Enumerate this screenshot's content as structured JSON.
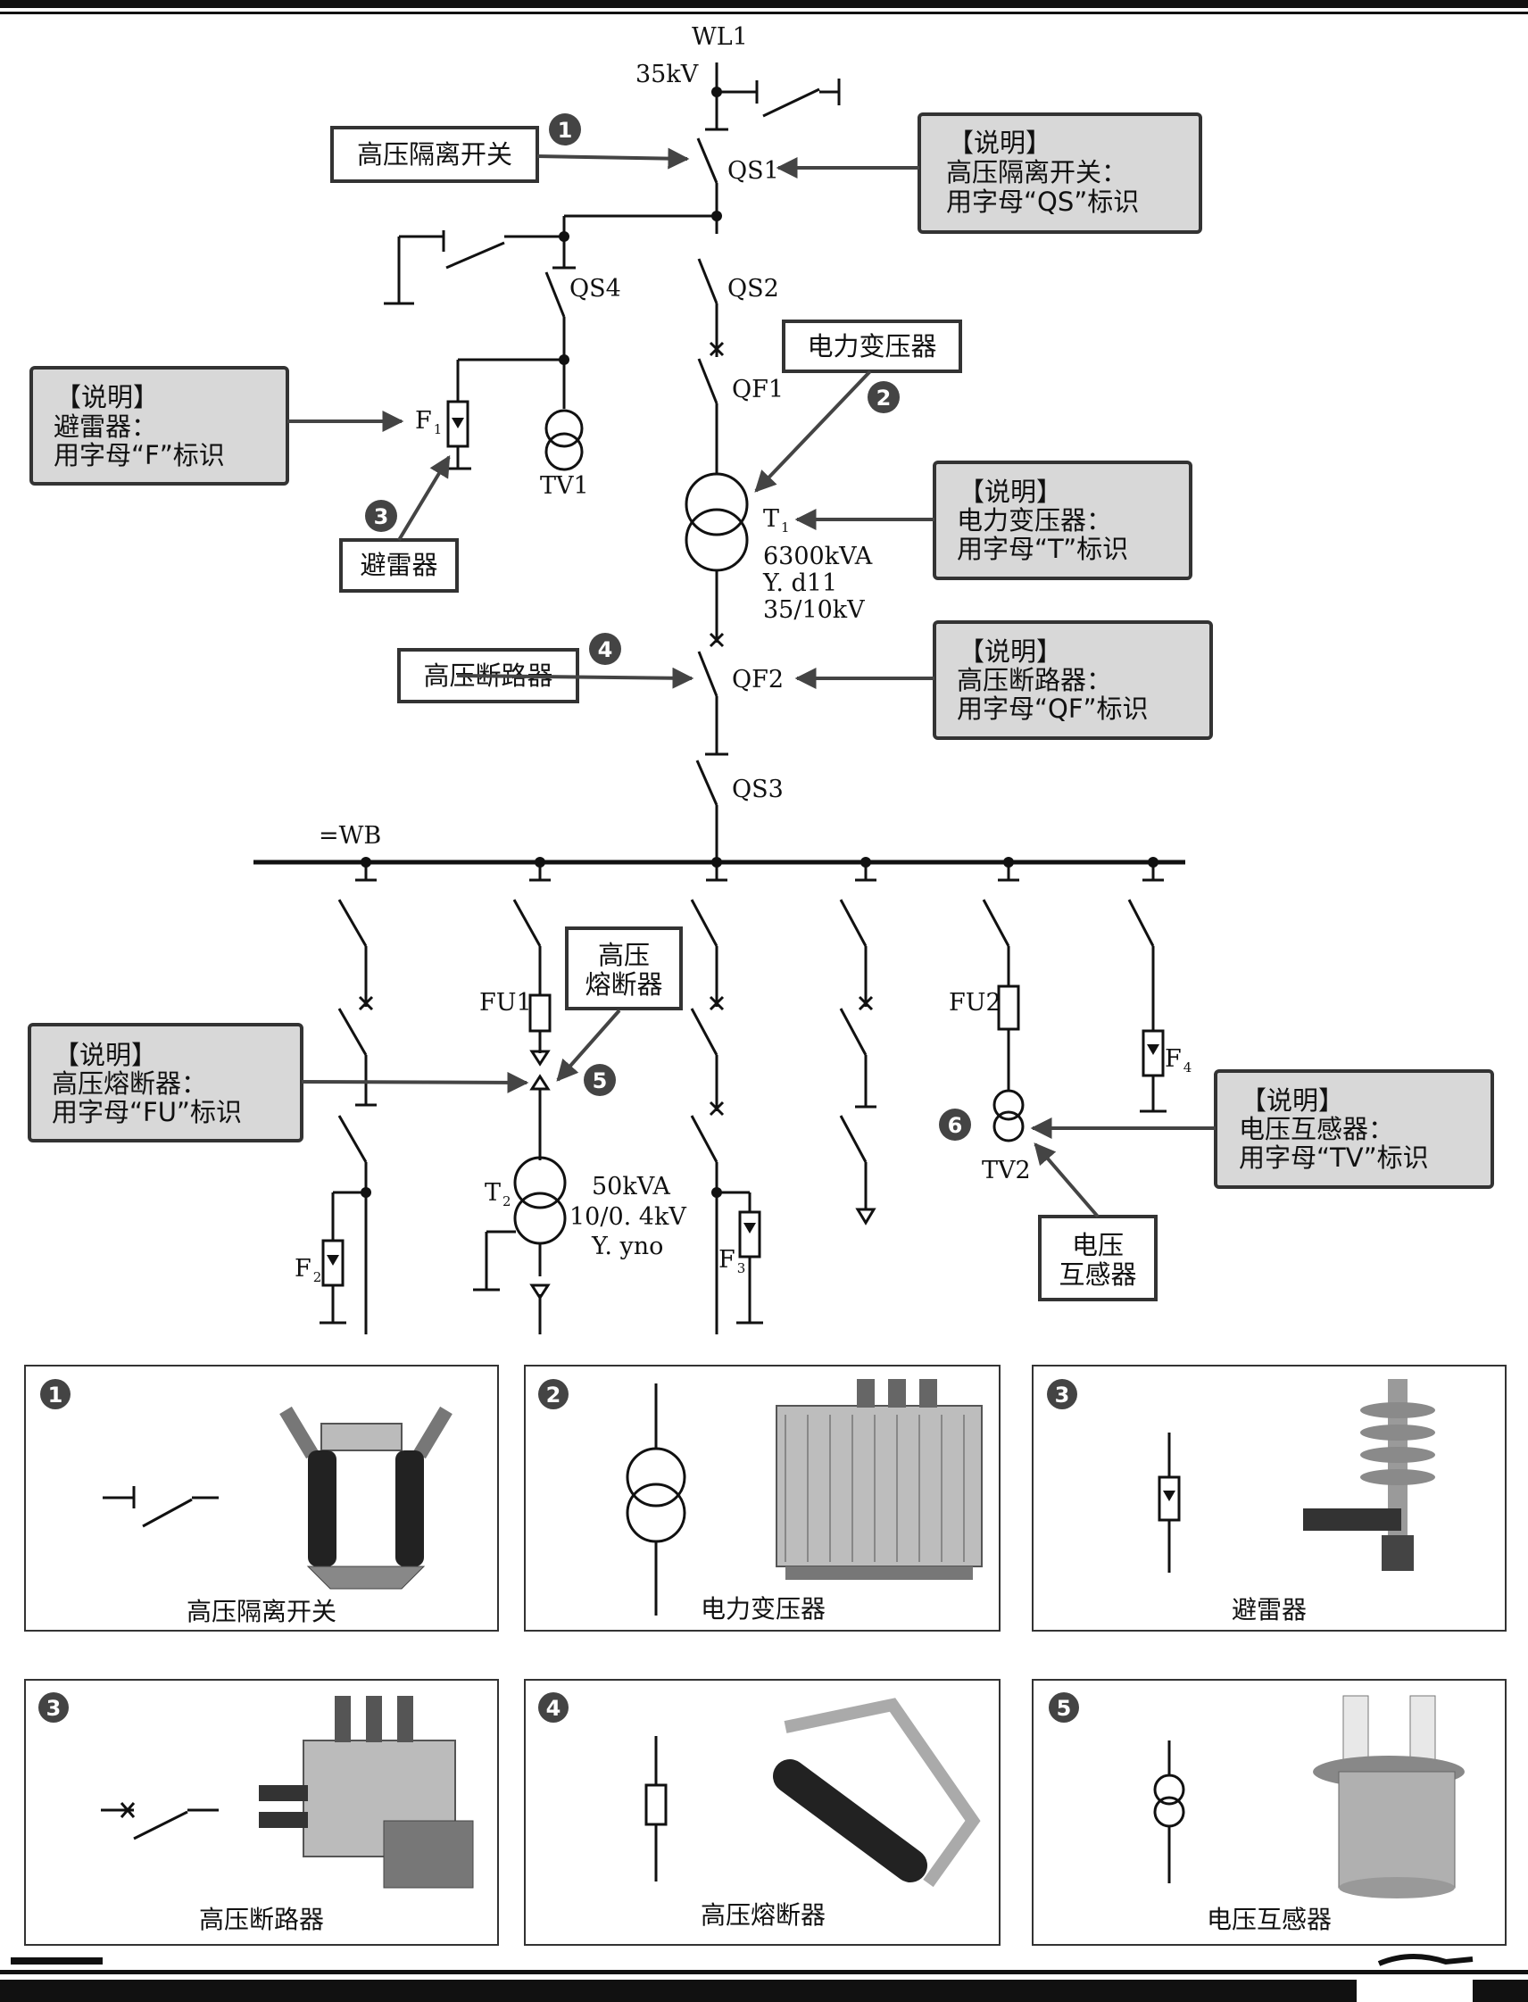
{
  "bus_labels": {
    "wl1": "WL1",
    "kv35": "35kV",
    "wb": "=WB"
  },
  "devices": {
    "qs1": "QS1",
    "qs2": "QS2",
    "qs3": "QS3",
    "qs4": "QS4",
    "qf1": "QF1",
    "qf2": "QF2",
    "t1_main": "T",
    "t1_sub": "1",
    "t1_rating": "6300kVA",
    "t1_conn": "Y. d11",
    "t1_volt": "35/10kV",
    "f1_main": "F",
    "f1_sub": "1",
    "tv1": "TV1",
    "fu1": "FU1",
    "fu2": "FU2",
    "t2_main": "T",
    "t2_sub": "2",
    "t2_rating": "50kVA",
    "t2_volt": "10/0. 4kV",
    "t2_conn": "Y. yno",
    "f2_main": "F",
    "f2_sub": "2",
    "f3_main": "F",
    "f3_sub": "3",
    "f4_main": "F",
    "f4_sub": "4",
    "tv2": "TV2"
  },
  "callouts": {
    "isolator": "高压隔离开关",
    "transformer": "电力变压器",
    "arrester": "避雷器",
    "breaker": "高压断路器",
    "fuse_line1": "高压",
    "fuse_line2": "熔断器",
    "vt_line1": "电压",
    "vt_line2": "互感器"
  },
  "notes": {
    "heading": "【说明】",
    "qs_line1": "高压隔离开关：",
    "qs_line2": "用字母“QS”标识",
    "f_line1": "避雷器：",
    "f_line2": "用字母“F”标识",
    "t_line1": "电力变压器：",
    "t_line2": "用字母“T”标识",
    "qf_line1": "高压断路器：",
    "qf_line2": "用字母“QF”标识",
    "fu_line1": "高压熔断器：",
    "fu_line2": "用字母“FU”标识",
    "tv_line1": "电压互感器：",
    "tv_line2": "用字母“TV”标识"
  },
  "markers": [
    "1",
    "2",
    "3",
    "4",
    "5",
    "6"
  ],
  "panels": [
    {
      "num": "1",
      "caption": "高压隔离开关"
    },
    {
      "num": "2",
      "caption": "电力变压器"
    },
    {
      "num": "3",
      "caption": "避雷器"
    },
    {
      "num": "3",
      "caption": "高压断路器"
    },
    {
      "num": "4",
      "caption": "高压熔断器"
    },
    {
      "num": "5",
      "caption": "电压互感器"
    }
  ]
}
